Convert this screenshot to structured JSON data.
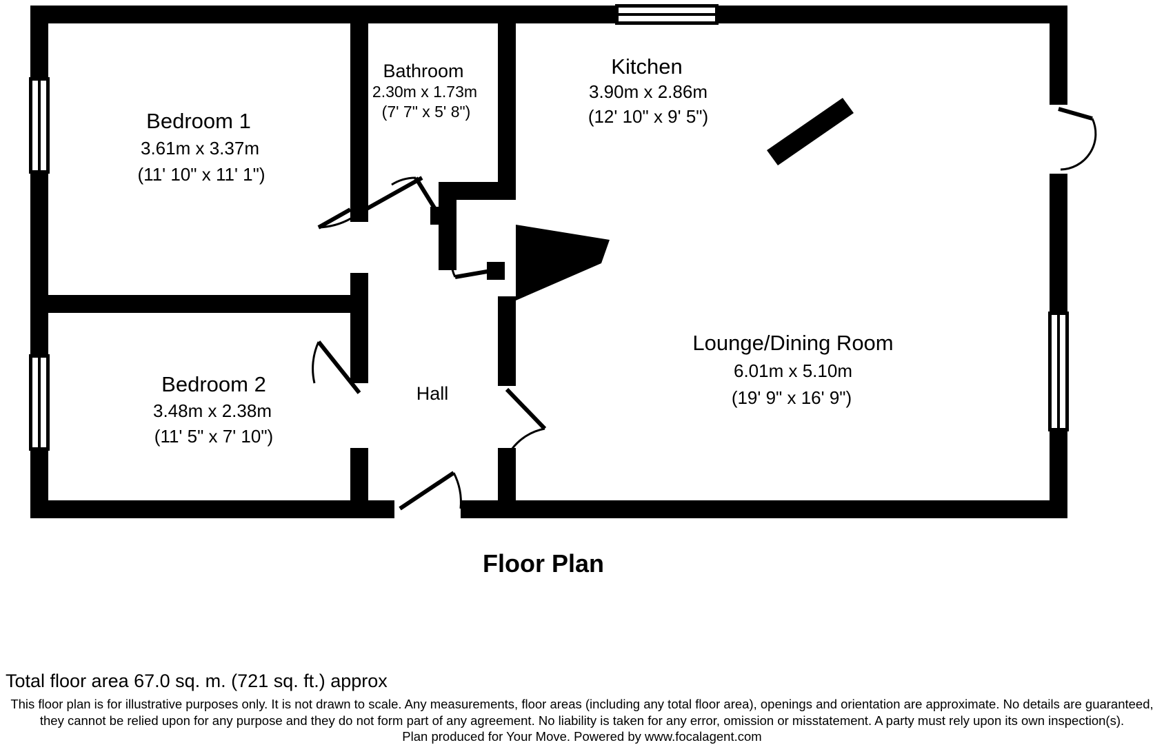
{
  "document": {
    "type": "floor-plan",
    "title": "Floor Plan"
  },
  "rooms": [
    {
      "id": "bedroom-1",
      "name": "Bedroom 1",
      "metric": "3.61m x 3.37m",
      "imperial": "(11' 10\" x 11' 1\")"
    },
    {
      "id": "bathroom",
      "name": "Bathroom",
      "metric": "2.30m x 1.73m",
      "imperial": "(7' 7\" x 5' 8\")"
    },
    {
      "id": "kitchen",
      "name": "Kitchen",
      "metric": "3.90m x 2.86m",
      "imperial": "(12' 10\" x 9' 5\")"
    },
    {
      "id": "bedroom-2",
      "name": "Bedroom 2",
      "metric": "3.48m x 2.38m",
      "imperial": "(11' 5\" x 7' 10\")"
    },
    {
      "id": "hall",
      "name": "Hall",
      "metric": "",
      "imperial": ""
    },
    {
      "id": "lounge-dining-room",
      "name": "Lounge/Dining Room",
      "metric": "6.01m x 5.10m",
      "imperial": "(19' 9\" x 16' 9\")"
    }
  ],
  "footer": {
    "total_area": "Total floor area 67.0 sq. m. (721 sq. ft.) approx",
    "disclaimer_line_1": "This floor plan is for illustrative purposes only. It is not drawn to scale. Any measurements, floor areas (including any total floor area), openings and orientation are approximate. No details are guaranteed,",
    "disclaimer_line_2": "they cannot be relied upon for any purpose and they do not form part of any agreement. No liability is taken for any error, omission or misstatement. A party must rely upon its own inspection(s).",
    "credit_line": "Plan produced for Your Move. Powered by www.focalagent.com"
  },
  "colors": {
    "wall": "#000000",
    "background": "#ffffff",
    "text": "#000000"
  }
}
